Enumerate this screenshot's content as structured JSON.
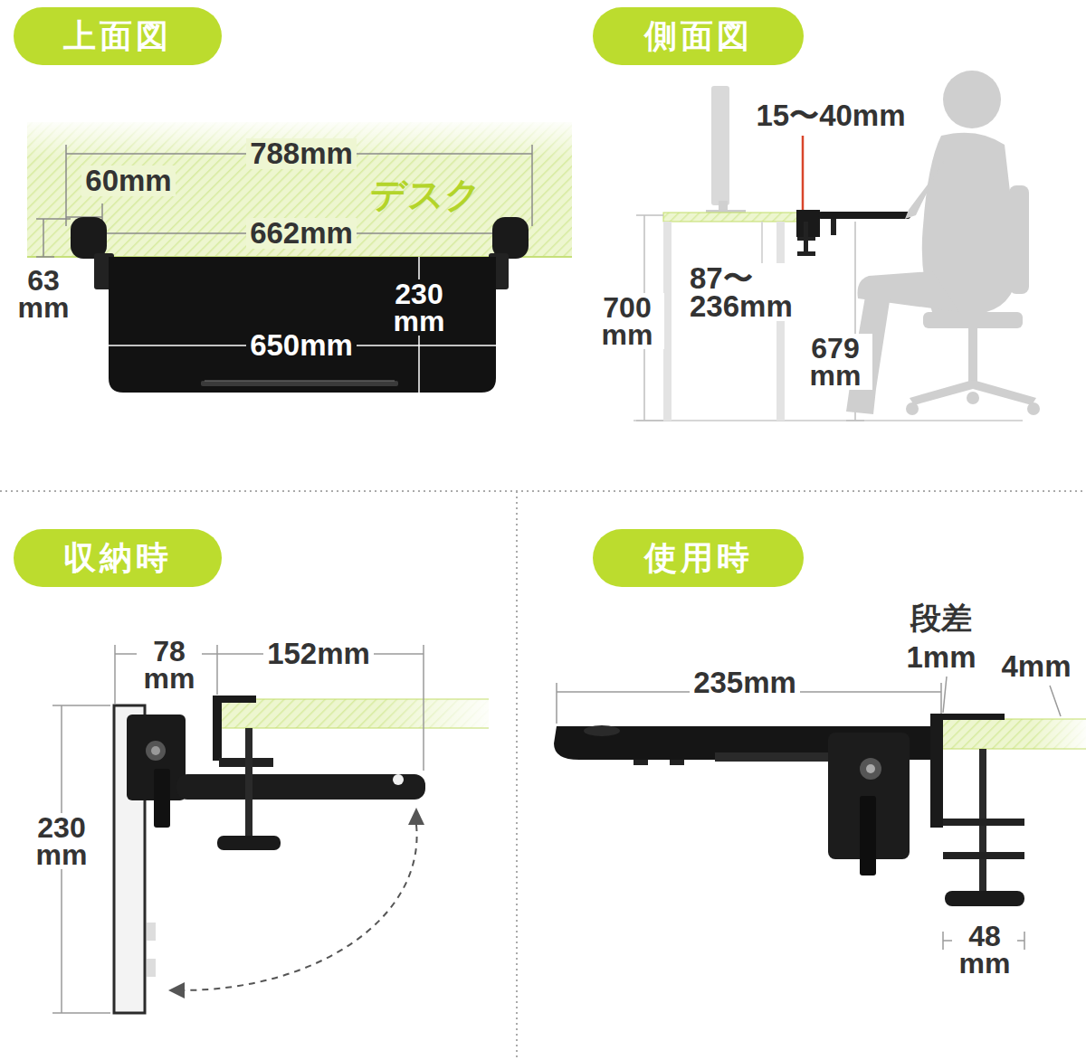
{
  "diagram": {
    "nodes": [
      {
        "text": [
          "上面図"
        ]
      },
      {
        "text": [
          "側面図"
        ]
      },
      {
        "text": [
          "収納時"
        ]
      },
      {
        "text": [
          "使用時"
        ]
      }
    ],
    "labels": [
      "788mm",
      "60mm",
      "662mm",
      "63 mm",
      "230 mm",
      "650mm",
      "デスク",
      "15〜40mm",
      "87〜 236mm",
      "700 mm",
      "679 mm",
      "78 mm",
      "152mm",
      "230 mm",
      "段差",
      "1mm",
      "4mm",
      "235mm",
      "48 mm"
    ]
  }
}
